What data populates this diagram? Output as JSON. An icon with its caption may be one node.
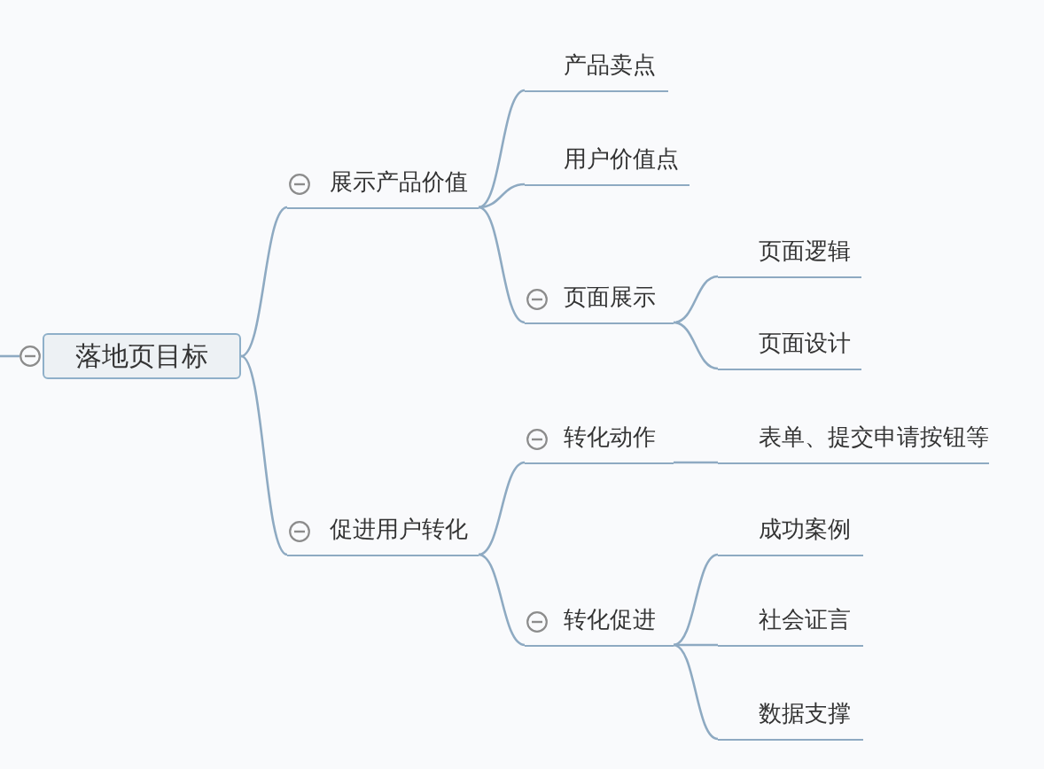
{
  "diagram": {
    "nodes": [
      {
        "text": [
          "落地页目标"
        ]
      },
      {
        "text": [
          "展示产品价值"
        ]
      },
      {
        "text": [
          "产品卖点"
        ]
      },
      {
        "text": [
          "用户价值点"
        ]
      },
      {
        "text": [
          "页面展示"
        ]
      },
      {
        "text": [
          "页面逻辑"
        ]
      },
      {
        "text": [
          "页面设计"
        ]
      },
      {
        "text": [
          "促进用户转化"
        ]
      },
      {
        "text": [
          "转化动作"
        ]
      },
      {
        "text": [
          "表单、提交申请按钮等"
        ]
      },
      {
        "text": [
          "转化促进"
        ]
      },
      {
        "text": [
          "成功案例"
        ]
      },
      {
        "text": [
          "社会证言"
        ]
      },
      {
        "text": [
          "数据支撑"
        ]
      }
    ],
    "edges": [
      {
        "from": 0,
        "to": 1,
        "arrow": "none"
      },
      {
        "from": 0,
        "to": 7,
        "arrow": "none"
      },
      {
        "from": 1,
        "to": 2,
        "arrow": "none"
      },
      {
        "from": 1,
        "to": 3,
        "arrow": "none"
      },
      {
        "from": 1,
        "to": 4,
        "arrow": "none"
      },
      {
        "from": 4,
        "to": 5,
        "arrow": "none"
      },
      {
        "from": 4,
        "to": 6,
        "arrow": "none"
      },
      {
        "from": 7,
        "to": 8,
        "arrow": "none"
      },
      {
        "from": 7,
        "to": 10,
        "arrow": "none"
      },
      {
        "from": 8,
        "to": 9,
        "arrow": "none"
      },
      {
        "from": 10,
        "to": 11,
        "arrow": "none"
      },
      {
        "from": 10,
        "to": 12,
        "arrow": "none"
      },
      {
        "from": 10,
        "to": 13,
        "arrow": "none"
      }
    ]
  }
}
